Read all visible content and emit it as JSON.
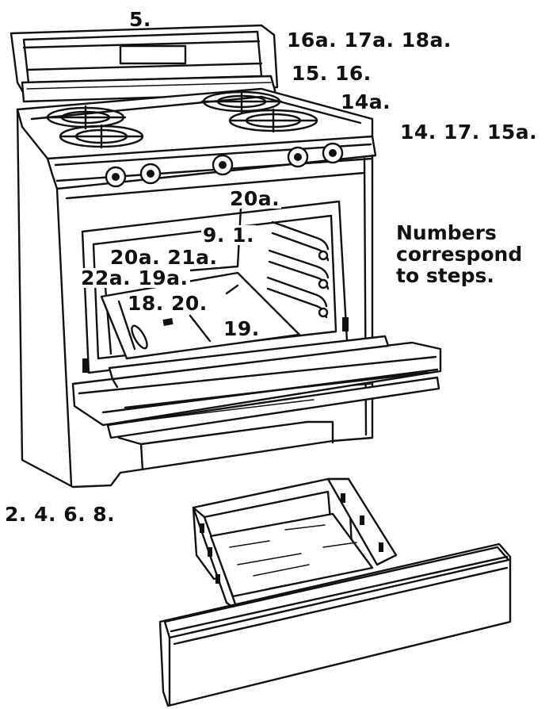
{
  "step_labels": {
    "top_panel": "5.",
    "top_right_a": "16a. 17a. 18a.",
    "top_right_b": "15. 16.",
    "cooktop_edge": "14a.",
    "cooktop_front": "14. 17. 15a.",
    "oven_top": "20a.",
    "oven_racks": "9. 1.",
    "oven_left_a": "20a. 21a.",
    "oven_left_b": "22a. 19a.",
    "oven_bottom_a": "18. 20.",
    "oven_bottom_b": "19.",
    "drawer": "2. 4. 6. 8."
  },
  "note": {
    "line1": "Numbers",
    "line2": "correspond",
    "line3": "to steps."
  }
}
